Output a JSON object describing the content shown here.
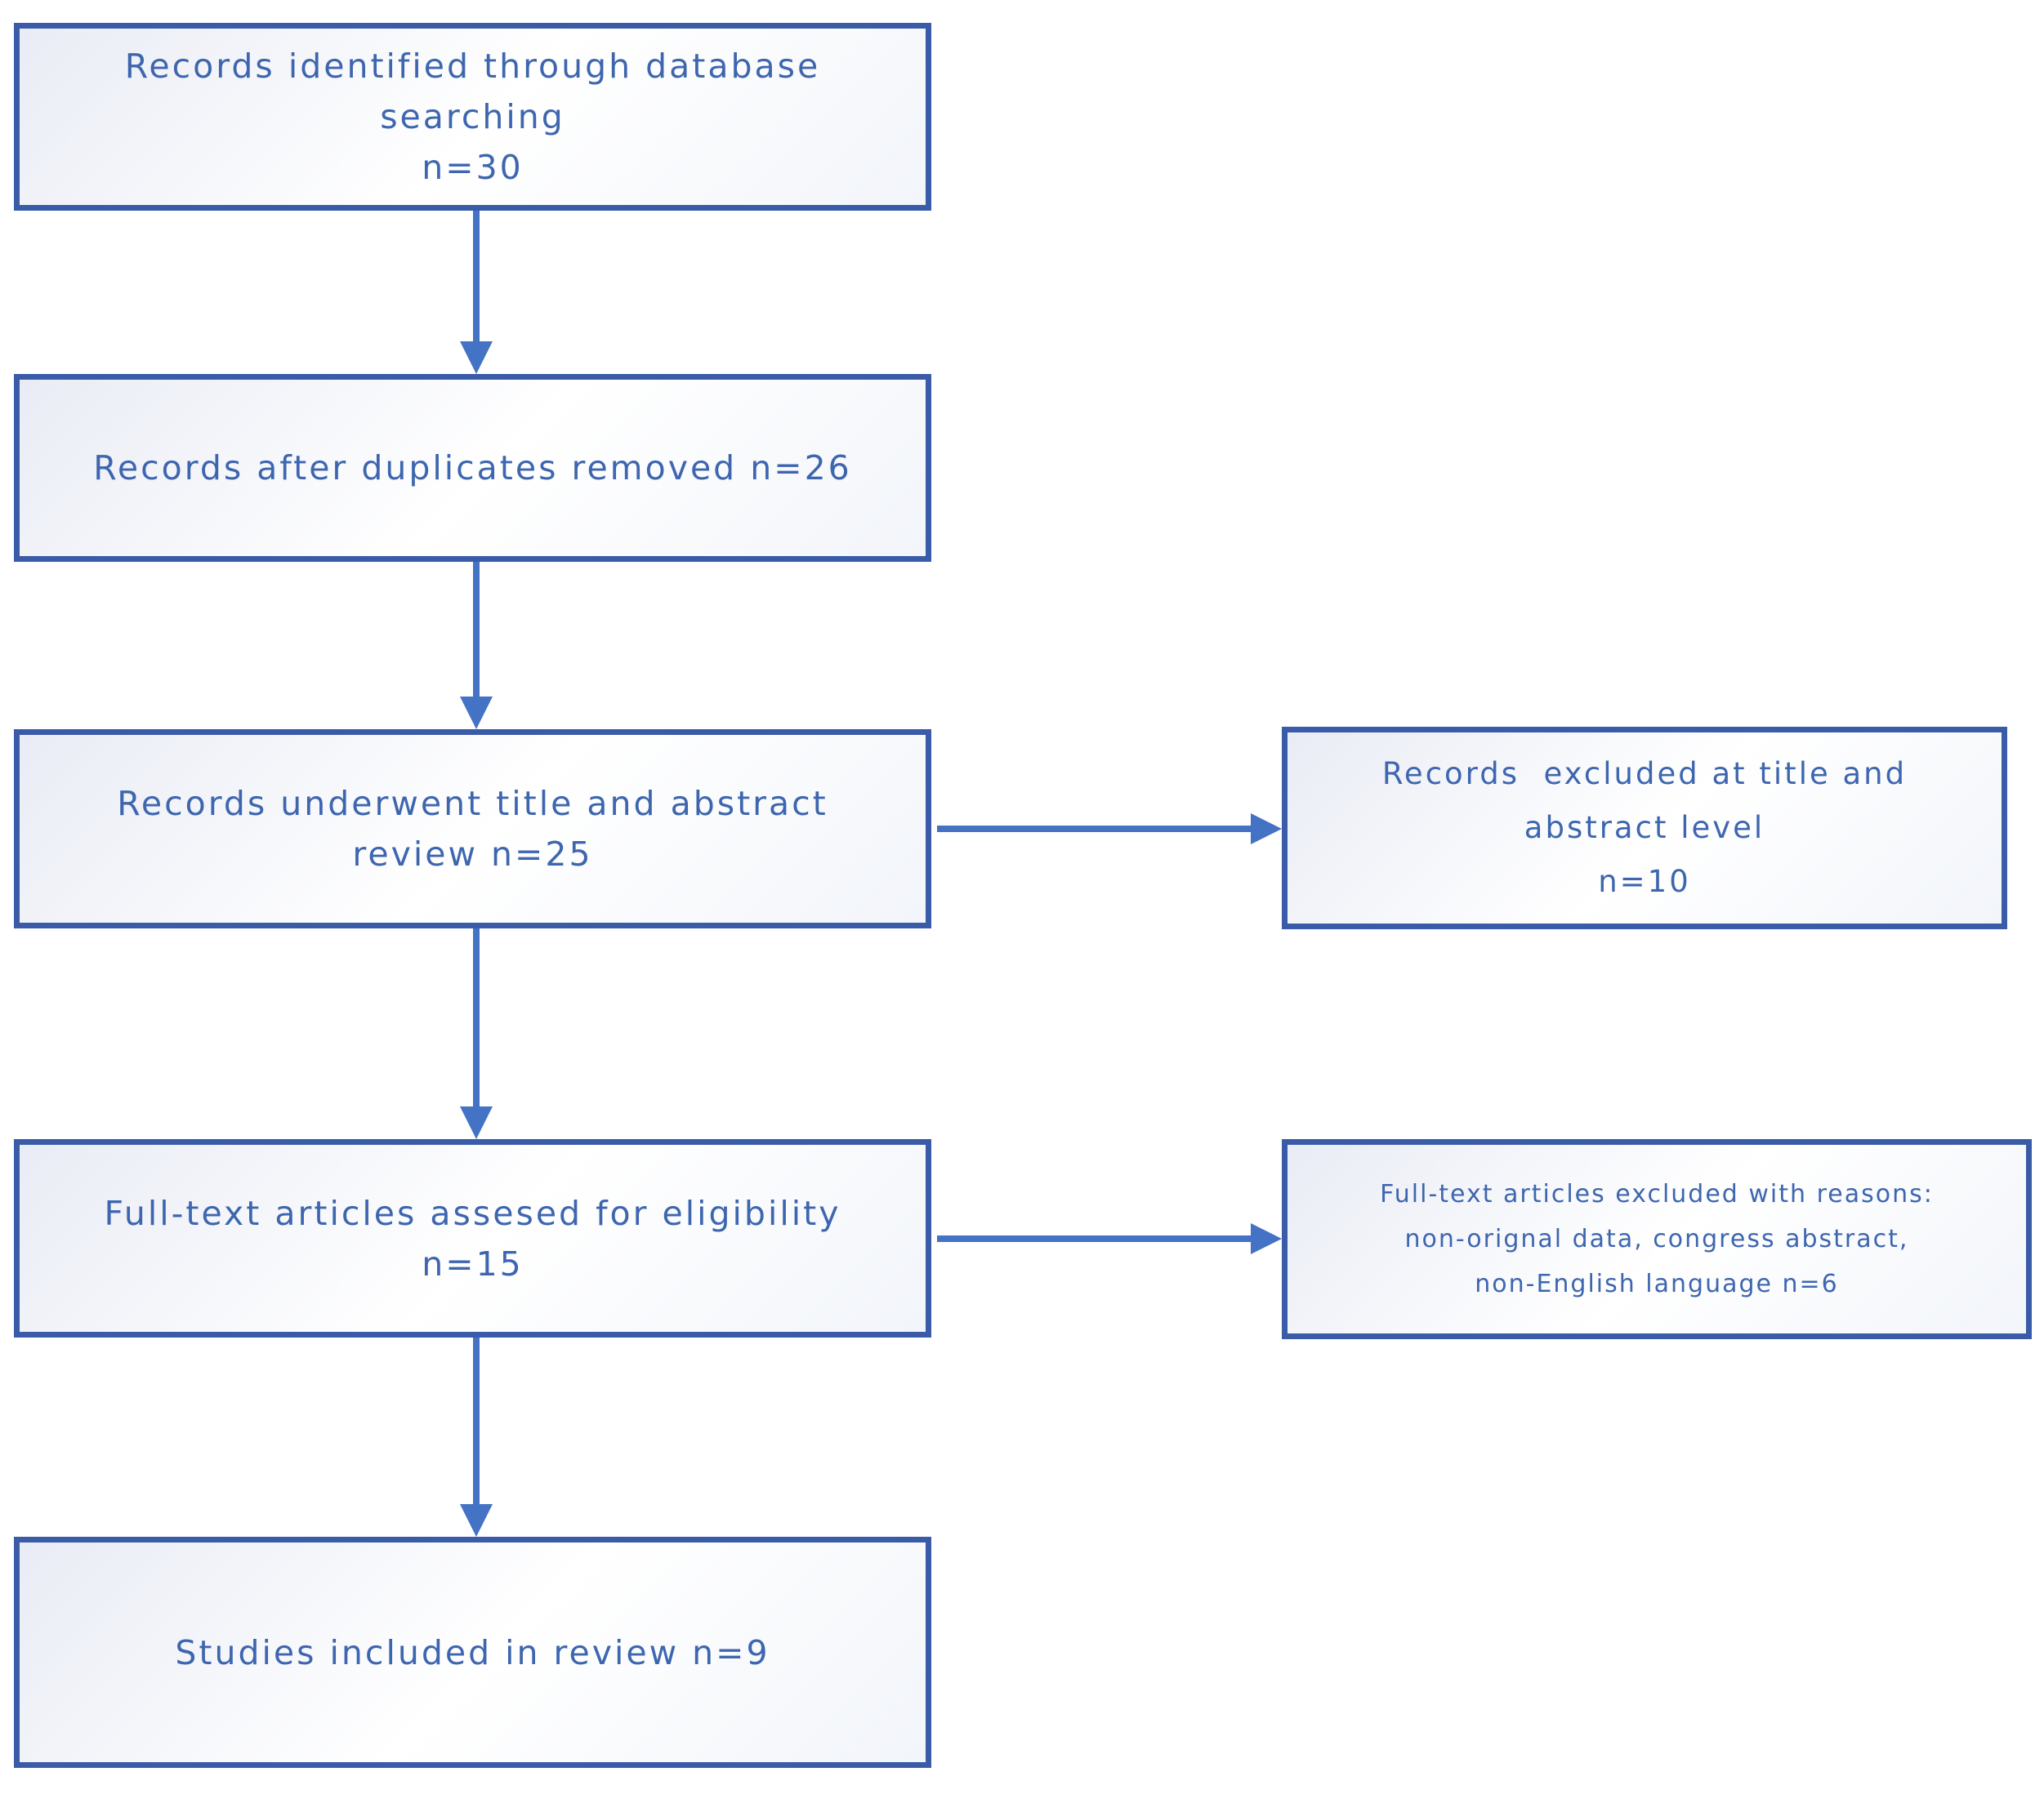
{
  "flowchart": {
    "boxes": {
      "identified": {
        "lines": [
          "Records identified through database",
          "searching",
          "n=30"
        ]
      },
      "duplicates_removed": {
        "lines": [
          "Records after duplicates removed n=26"
        ]
      },
      "title_abstract_review": {
        "lines": [
          "Records underwent title and abstract",
          "review n=25"
        ]
      },
      "fulltext_assessed": {
        "lines": [
          "Full-text articles assesed for eligibility",
          "n=15"
        ]
      },
      "included": {
        "lines": [
          "Studies included in review n=9"
        ]
      },
      "excluded_title_abstract": {
        "lines": [
          "Records  excluded at title and",
          "abstract level",
          "n=10"
        ]
      },
      "excluded_fulltext": {
        "lines": [
          "Full-text articles excluded with reasons:",
          "non-orignal data, congress abstract,",
          "non-English language n=6"
        ]
      }
    },
    "counts": {
      "identified": 30,
      "after_duplicates_removed": 26,
      "title_abstract_review": 25,
      "fulltext_assessed": 15,
      "included": 9,
      "excluded_title_abstract": 10,
      "excluded_fulltext": 6
    },
    "colors": {
      "box_border": "#3a5ba8",
      "text": "#3e66af",
      "arrow": "#4472c4",
      "fill_light": "#e9ecf5",
      "fill_white": "#ffffff",
      "fill_mid": "#f2f5fa"
    }
  }
}
